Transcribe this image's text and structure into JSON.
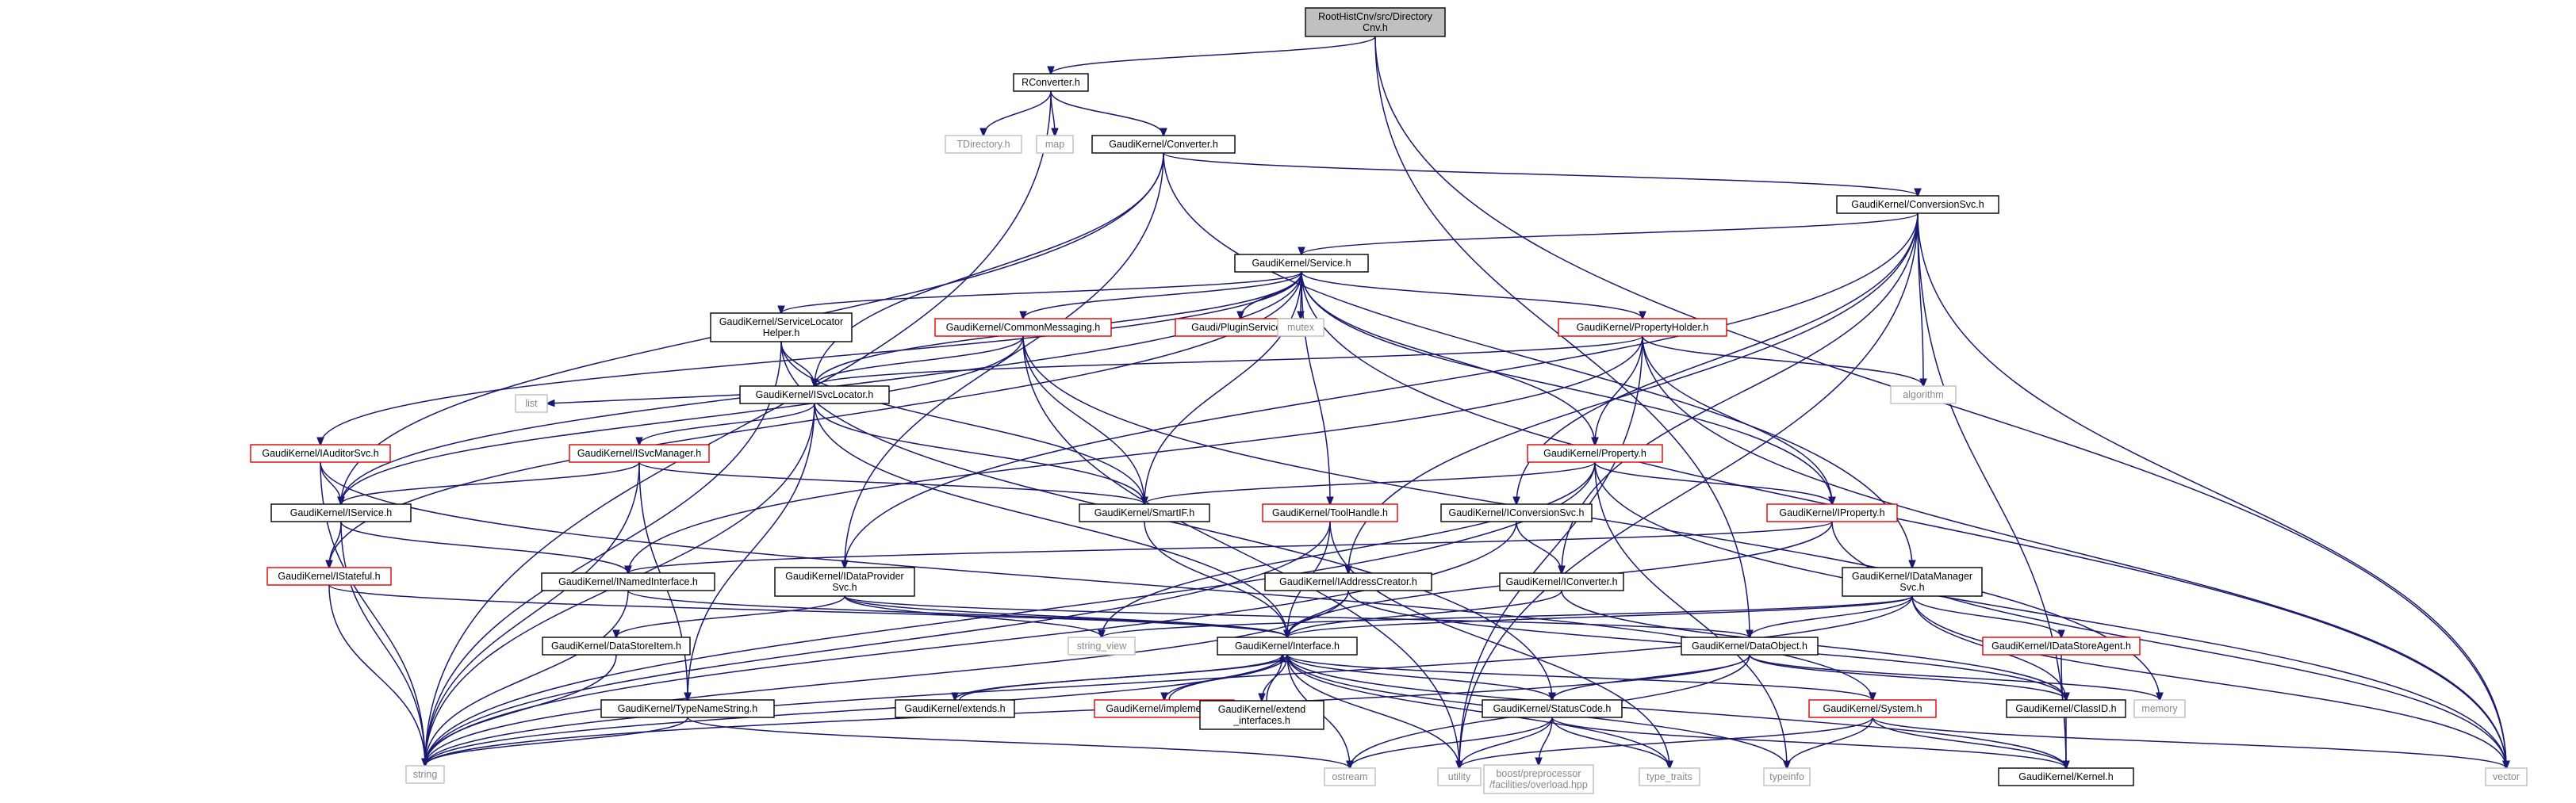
{
  "diagram": {
    "nodes": [
      {
        "id": "root",
        "lines": [
          "RootHistCnv/src/Directory",
          "Cnv.h"
        ],
        "style": "focus"
      },
      {
        "id": "rconv",
        "lines": [
          "RConverter.h"
        ],
        "style": "normal"
      },
      {
        "id": "tdir",
        "lines": [
          "TDirectory.h"
        ],
        "style": "ext"
      },
      {
        "id": "map",
        "lines": [
          "map"
        ],
        "style": "ext"
      },
      {
        "id": "conv",
        "lines": [
          "GaudiKernel/Converter.h"
        ],
        "style": "normal"
      },
      {
        "id": "convsvc",
        "lines": [
          "GaudiKernel/ConversionSvc.h"
        ],
        "style": "normal"
      },
      {
        "id": "service",
        "lines": [
          "GaudiKernel/Service.h"
        ],
        "style": "normal"
      },
      {
        "id": "sloc",
        "lines": [
          "GaudiKernel/ServiceLocator",
          "Helper.h"
        ],
        "style": "normal"
      },
      {
        "id": "cmsg",
        "lines": [
          "GaudiKernel/CommonMessaging.h"
        ],
        "style": "red"
      },
      {
        "id": "plugin",
        "lines": [
          "Gaudi/PluginService.h"
        ],
        "style": "red"
      },
      {
        "id": "mutex",
        "lines": [
          "mutex"
        ],
        "style": "ext"
      },
      {
        "id": "pholder",
        "lines": [
          "GaudiKernel/PropertyHolder.h"
        ],
        "style": "red"
      },
      {
        "id": "algorithm",
        "lines": [
          "algorithm"
        ],
        "style": "ext"
      },
      {
        "id": "isvcloc",
        "lines": [
          "GaudiKernel/ISvcLocator.h"
        ],
        "style": "normal"
      },
      {
        "id": "list",
        "lines": [
          "list"
        ],
        "style": "ext"
      },
      {
        "id": "iauditor",
        "lines": [
          "GaudiKernel/IAuditorSvc.h"
        ],
        "style": "red"
      },
      {
        "id": "isvcmgr",
        "lines": [
          "GaudiKernel/ISvcManager.h"
        ],
        "style": "red"
      },
      {
        "id": "property",
        "lines": [
          "GaudiKernel/Property.h"
        ],
        "style": "red"
      },
      {
        "id": "iservice",
        "lines": [
          "GaudiKernel/IService.h"
        ],
        "style": "normal"
      },
      {
        "id": "smartif",
        "lines": [
          "GaudiKernel/SmartIF.h"
        ],
        "style": "normal"
      },
      {
        "id": "toolhandle",
        "lines": [
          "GaudiKernel/ToolHandle.h"
        ],
        "style": "red"
      },
      {
        "id": "iconvsvc",
        "lines": [
          "GaudiKernel/IConversionSvc.h"
        ],
        "style": "normal"
      },
      {
        "id": "iproperty",
        "lines": [
          "GaudiKernel/IProperty.h"
        ],
        "style": "red"
      },
      {
        "id": "istateful",
        "lines": [
          "GaudiKernel/IStateful.h"
        ],
        "style": "red"
      },
      {
        "id": "inamed",
        "lines": [
          "GaudiKernel/INamedInterface.h"
        ],
        "style": "normal"
      },
      {
        "id": "idataprov",
        "lines": [
          "GaudiKernel/IDataProvider",
          "Svc.h"
        ],
        "style": "normal"
      },
      {
        "id": "iaddr",
        "lines": [
          "GaudiKernel/IAddressCreator.h"
        ],
        "style": "normal"
      },
      {
        "id": "iconverter",
        "lines": [
          "GaudiKernel/IConverter.h"
        ],
        "style": "normal"
      },
      {
        "id": "idatamgr",
        "lines": [
          "GaudiKernel/IDataManager",
          "Svc.h"
        ],
        "style": "normal"
      },
      {
        "id": "stringview",
        "lines": [
          "string_view"
        ],
        "style": "ext"
      },
      {
        "id": "interface",
        "lines": [
          "GaudiKernel/Interface.h"
        ],
        "style": "normal"
      },
      {
        "id": "dsitem",
        "lines": [
          "GaudiKernel/DataStoreItem.h"
        ],
        "style": "normal"
      },
      {
        "id": "dataobj",
        "lines": [
          "GaudiKernel/DataObject.h"
        ],
        "style": "normal"
      },
      {
        "id": "idsagent",
        "lines": [
          "GaudiKernel/IDataStoreAgent.h"
        ],
        "style": "red"
      },
      {
        "id": "memory",
        "lines": [
          "memory"
        ],
        "style": "ext"
      },
      {
        "id": "extends",
        "lines": [
          "GaudiKernel/extends.h"
        ],
        "style": "normal"
      },
      {
        "id": "implements",
        "lines": [
          "GaudiKernel/implements.h"
        ],
        "style": "red"
      },
      {
        "id": "extendi",
        "lines": [
          "GaudiKernel/extend",
          "_interfaces.h"
        ],
        "style": "normal"
      },
      {
        "id": "statuscode",
        "lines": [
          "GaudiKernel/StatusCode.h"
        ],
        "style": "normal"
      },
      {
        "id": "system",
        "lines": [
          "GaudiKernel/System.h"
        ],
        "style": "red"
      },
      {
        "id": "classid",
        "lines": [
          "GaudiKernel/ClassID.h"
        ],
        "style": "normal"
      },
      {
        "id": "typename",
        "lines": [
          "GaudiKernel/TypeNameString.h"
        ],
        "style": "normal"
      },
      {
        "id": "string",
        "lines": [
          "string"
        ],
        "style": "ext"
      },
      {
        "id": "ostream",
        "lines": [
          "ostream"
        ],
        "style": "ext"
      },
      {
        "id": "utility",
        "lines": [
          "utility"
        ],
        "style": "ext"
      },
      {
        "id": "boost",
        "lines": [
          "boost/preprocessor",
          "/facilities/overload.hpp"
        ],
        "style": "ext"
      },
      {
        "id": "typetraits",
        "lines": [
          "type_traits"
        ],
        "style": "ext"
      },
      {
        "id": "typeinfo",
        "lines": [
          "typeinfo"
        ],
        "style": "ext"
      },
      {
        "id": "kernel",
        "lines": [
          "GaudiKernel/Kernel.h"
        ],
        "style": "normal"
      },
      {
        "id": "vector",
        "lines": [
          "vector"
        ],
        "style": "ext"
      }
    ],
    "edges": [
      [
        "root",
        "rconv"
      ],
      [
        "root",
        "dataobj"
      ],
      [
        "root",
        "vector"
      ],
      [
        "rconv",
        "tdir"
      ],
      [
        "rconv",
        "map"
      ],
      [
        "rconv",
        "conv"
      ],
      [
        "rconv",
        "string"
      ],
      [
        "conv",
        "convsvc"
      ],
      [
        "conv",
        "iservice"
      ],
      [
        "conv",
        "isvcloc"
      ],
      [
        "conv",
        "idataprov"
      ],
      [
        "conv",
        "idatamgr"
      ],
      [
        "convsvc",
        "service"
      ],
      [
        "convsvc",
        "iconvsvc"
      ],
      [
        "convsvc",
        "iaddr"
      ],
      [
        "convsvc",
        "iconverter"
      ],
      [
        "convsvc",
        "algorithm"
      ],
      [
        "convsvc",
        "utility"
      ],
      [
        "convsvc",
        "vector"
      ],
      [
        "convsvc",
        "kernel"
      ],
      [
        "convsvc",
        "idataprov"
      ],
      [
        "service",
        "sloc"
      ],
      [
        "service",
        "cmsg"
      ],
      [
        "service",
        "plugin"
      ],
      [
        "service",
        "mutex"
      ],
      [
        "service",
        "pholder"
      ],
      [
        "service",
        "isvcloc"
      ],
      [
        "service",
        "iauditor"
      ],
      [
        "service",
        "property"
      ],
      [
        "service",
        "iservice"
      ],
      [
        "service",
        "smartif"
      ],
      [
        "service",
        "toolhandle"
      ],
      [
        "service",
        "iproperty"
      ],
      [
        "service",
        "istateful"
      ],
      [
        "service",
        "vector"
      ],
      [
        "sloc",
        "isvcloc"
      ],
      [
        "sloc",
        "smartif"
      ],
      [
        "sloc",
        "string"
      ],
      [
        "sloc",
        "statuscode"
      ],
      [
        "cmsg",
        "isvcloc"
      ],
      [
        "cmsg",
        "smartif"
      ],
      [
        "cmsg",
        "iservice"
      ],
      [
        "cmsg",
        "memory"
      ],
      [
        "cmsg",
        "utility"
      ],
      [
        "pholder",
        "isvcloc"
      ],
      [
        "pholder",
        "property"
      ],
      [
        "pholder",
        "iproperty"
      ],
      [
        "pholder",
        "algorithm"
      ],
      [
        "pholder",
        "inamed"
      ],
      [
        "pholder",
        "vector"
      ],
      [
        "pholder",
        "utility"
      ],
      [
        "isvcloc",
        "list"
      ],
      [
        "isvcloc",
        "isvcmgr"
      ],
      [
        "isvcloc",
        "smartif"
      ],
      [
        "isvcloc",
        "interface"
      ],
      [
        "isvcloc",
        "typename"
      ],
      [
        "isvcloc",
        "string"
      ],
      [
        "iauditor",
        "iservice"
      ],
      [
        "iauditor",
        "system"
      ],
      [
        "iauditor",
        "string"
      ],
      [
        "isvcmgr",
        "iservice"
      ],
      [
        "isvcmgr",
        "smartif"
      ],
      [
        "isvcmgr",
        "typename"
      ],
      [
        "isvcmgr",
        "string"
      ],
      [
        "property",
        "smartif"
      ],
      [
        "property",
        "iproperty"
      ],
      [
        "property",
        "stringview"
      ],
      [
        "property",
        "string"
      ],
      [
        "property",
        "typeinfo"
      ],
      [
        "property",
        "vector"
      ],
      [
        "iservice",
        "istateful"
      ],
      [
        "iservice",
        "inamed"
      ],
      [
        "iservice",
        "string"
      ],
      [
        "smartif",
        "interface"
      ],
      [
        "toolhandle",
        "interface"
      ],
      [
        "toolhandle",
        "typetraits"
      ],
      [
        "toolhandle",
        "string"
      ],
      [
        "iconvsvc",
        "iconverter"
      ],
      [
        "iconvsvc",
        "string"
      ],
      [
        "iproperty",
        "interface"
      ],
      [
        "iproperty",
        "vector"
      ],
      [
        "iproperty",
        "inamed"
      ],
      [
        "istateful",
        "interface"
      ],
      [
        "istateful",
        "string"
      ],
      [
        "inamed",
        "interface"
      ],
      [
        "inamed",
        "string"
      ],
      [
        "idataprov",
        "interface"
      ],
      [
        "idataprov",
        "dsitem"
      ],
      [
        "idataprov",
        "dataobj"
      ],
      [
        "idataprov",
        "stringview"
      ],
      [
        "iaddr",
        "interface"
      ],
      [
        "iaddr",
        "classid"
      ],
      [
        "iaddr",
        "string"
      ],
      [
        "iconverter",
        "interface"
      ],
      [
        "iconverter",
        "classid"
      ],
      [
        "idatamgr",
        "interface"
      ],
      [
        "idatamgr",
        "dataobj"
      ],
      [
        "idatamgr",
        "idsagent"
      ],
      [
        "idatamgr",
        "classid"
      ],
      [
        "idatamgr",
        "stringview"
      ],
      [
        "idatamgr",
        "string"
      ],
      [
        "idatamgr",
        "vector"
      ],
      [
        "interface",
        "extends"
      ],
      [
        "interface",
        "implements"
      ],
      [
        "interface",
        "extendi"
      ],
      [
        "interface",
        "statuscode"
      ],
      [
        "interface",
        "system"
      ],
      [
        "interface",
        "kernel"
      ],
      [
        "interface",
        "ostream"
      ],
      [
        "interface",
        "typeinfo"
      ],
      [
        "interface",
        "typetraits"
      ],
      [
        "interface",
        "utility"
      ],
      [
        "interface",
        "string"
      ],
      [
        "extends",
        "interface"
      ],
      [
        "implements",
        "interface"
      ],
      [
        "extendi",
        "interface"
      ],
      [
        "dsitem",
        "string"
      ],
      [
        "dataobj",
        "classid"
      ],
      [
        "dataobj",
        "statuscode"
      ],
      [
        "dataobj",
        "memory"
      ],
      [
        "dataobj",
        "ostream"
      ],
      [
        "dataobj",
        "string"
      ],
      [
        "idsagent",
        "kernel"
      ],
      [
        "statuscode",
        "ostream"
      ],
      [
        "statuscode",
        "utility"
      ],
      [
        "statuscode",
        "boost"
      ],
      [
        "statuscode",
        "typetraits"
      ],
      [
        "statuscode",
        "kernel"
      ],
      [
        "system",
        "kernel"
      ],
      [
        "system",
        "typeinfo"
      ],
      [
        "system",
        "utility"
      ],
      [
        "system",
        "vector"
      ],
      [
        "classid",
        "kernel"
      ],
      [
        "typename",
        "string"
      ],
      [
        "typename",
        "ostream"
      ]
    ]
  }
}
